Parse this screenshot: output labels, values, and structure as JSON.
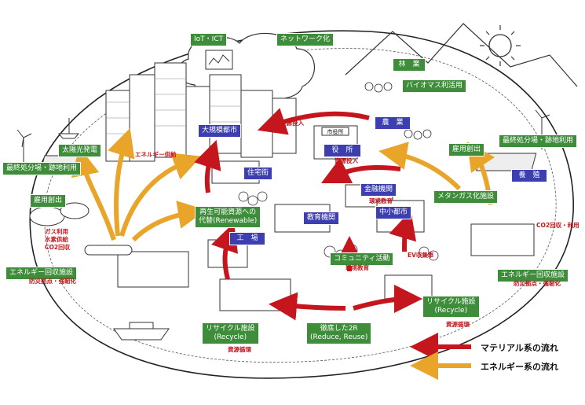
{
  "colors": {
    "material_flow": "#c5161d",
    "energy_flow": "#e8a52a",
    "green_box": "#3e8d3a",
    "blue_box": "#3d3fb0",
    "annotation": "#c5161d"
  },
  "green_labels": {
    "iot": "IoT・ICT",
    "network": "ネットワーク化",
    "forestry": "林　業",
    "biomass": "バイオマス利活用",
    "solar": "太陽光発電",
    "landfill_left": "最終処分場・跡地利用",
    "jobs_left": "雇用創出",
    "jobs_right": "雇用創出",
    "landfill_right": "最終処分場・跡地利用",
    "methane": "メタンガス化施設",
    "renewable": "再生可能資源への\n代替(Renewable)",
    "energy_recovery_left": "エネルギー回収施設",
    "energy_recovery_right": "エネルギー回収施設",
    "community": "コミュニティ活動",
    "recycle_left": "リサイクル施設\n(Recycle)",
    "recycle_right": "リサイクル施設\n(Recycle)",
    "reduce_reuse": "徹底した2R\n(Reduce, Reuse)"
  },
  "blue_labels": {
    "big_city": "大規模都市",
    "agriculture": "農　業",
    "city_hall": "役　所",
    "residential": "住宅街",
    "finance": "金融機関",
    "education": "教育機関",
    "small_city": "中小都市",
    "factory": "工　場",
    "aquaculture": "養　殖"
  },
  "red_annotations": {
    "resource_input_top": "資源投入",
    "energy_supply": "エネルギー供給",
    "resource_input_cityhall": "資源投入",
    "env_education": "環境教育",
    "gas_use": "ガス利用",
    "water_heat": "水素供給",
    "co2_capture_left": "CO2回収",
    "disaster_left": "防災拠点・強靭化",
    "ev_collection": "EV収集車",
    "ev_education": "環境教育",
    "co2_use": "CO2回収・利用",
    "disaster_right": "防災拠点・強靭化",
    "recycle_left_sub": "資源循環",
    "recycle_right_sub": "資源循環"
  },
  "building_sign": "市役所",
  "legend": {
    "material": "マテリアル系の流れ",
    "energy": "エネルギー系の流れ"
  }
}
